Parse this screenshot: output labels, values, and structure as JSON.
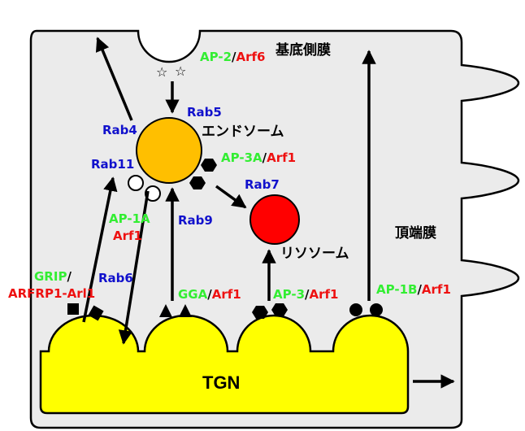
{
  "colors": {
    "cell_fill": "#ebebeb",
    "tgn_fill": "#ffff00",
    "endosome_fill": "#ffbf00",
    "lysosome_fill": "#ff0000",
    "green": "#33ee33",
    "red": "#ee1111",
    "blue": "#1111cc",
    "black": "#000000"
  },
  "labels": {
    "basolateral": "基底側膜",
    "apical": "頂端膜",
    "endosome": "エンドソーム",
    "lysosome": "リソソーム",
    "tgn": "TGN",
    "rab5": "Rab5",
    "rab4": "Rab4",
    "rab11": "Rab11",
    "rab7": "Rab7",
    "rab9": "Rab9",
    "rab6": "Rab6",
    "ap2": "AP-2",
    "arf6": "Arf6",
    "ap3a": "AP-3A",
    "ap1a": "AP-1A",
    "arf1": "Arf1",
    "grip": "GRIP",
    "slash": "/",
    "arfrp1": "ARFRP1-Arl1",
    "gga": "GGA",
    "ap3": "AP-3",
    "ap1b": "AP-1B"
  }
}
